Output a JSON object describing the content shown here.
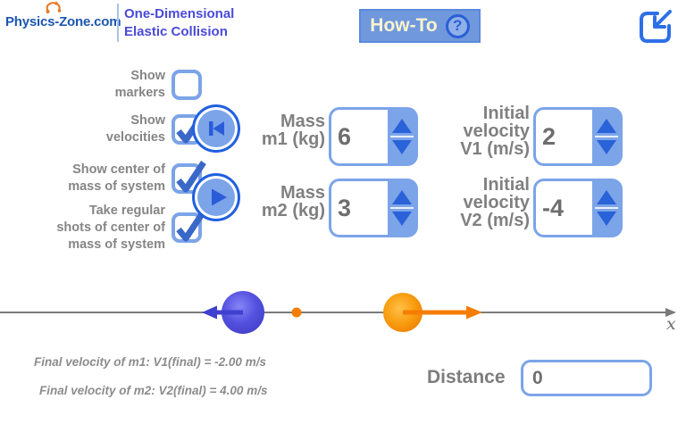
{
  "colors": {
    "light_blue": "#7CA4E8",
    "accent_blue": "#2B5FD6",
    "title_blue": "#4A4AD8",
    "logo_blue": "#1B57AE",
    "howto_bg": "#6F98DD",
    "howto_text": "#FAF3CE",
    "orange": "#F57D00",
    "ball_blue": "#4643CF",
    "text_gray": "#858585"
  },
  "header": {
    "logo_text": "Physics-Zone.com",
    "title": "One-Dimensional\nElastic Collision",
    "howto_label": "How-To",
    "howto_icon_glyph": "?"
  },
  "checkboxes": [
    {
      "label": "Show\nmarkers",
      "checked": false
    },
    {
      "label": "Show\nvelocities",
      "checked": true
    },
    {
      "label": "Show center of\nmass of system",
      "checked": true
    },
    {
      "label": "Take regular\nshots of center of\nmass of system",
      "checked": true
    }
  ],
  "controls": {
    "mass1": {
      "label": "Mass\nm1 (kg)",
      "value": "6"
    },
    "mass2": {
      "label": "Mass\nm2 (kg)",
      "value": "3"
    },
    "velocity1": {
      "label": "Initial\nvelocity\nV1 (m/s)",
      "value": "2"
    },
    "velocity2": {
      "label": "Initial\nvelocity\nV2 (m/s)",
      "value": "-4"
    }
  },
  "simulation": {
    "axis_label": "x"
  },
  "results": {
    "final_v1": "Final velocity of m1: V1(final) = -2.00 m/s",
    "final_v2": "Final velocity of m2: V2(final) = 4.00 m/s"
  },
  "distance": {
    "label": "Distance",
    "value": "0"
  }
}
